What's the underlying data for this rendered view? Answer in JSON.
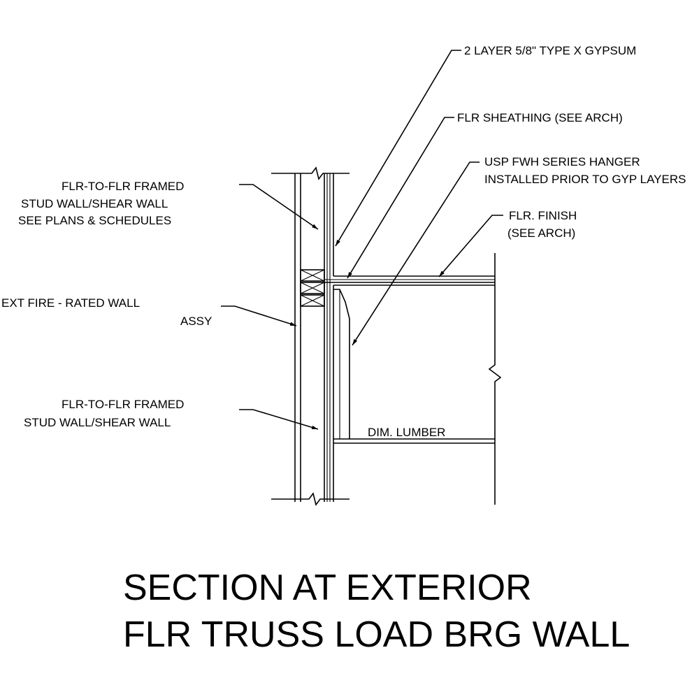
{
  "callouts": {
    "gypsum": "2 LAYER 5/8\" TYPE X GYPSUM",
    "sheathing": "FLR SHEATHING (SEE ARCH)",
    "hanger_line1": "USP FWH SERIES HANGER",
    "hanger_line2": "INSTALLED PRIOR TO GYP LAYERS",
    "finish_line1": "FLR. FINISH",
    "finish_line2": "(SEE ARCH)",
    "upper_wall_line1": "FLR-TO-FLR FRAMED",
    "upper_wall_line2": "STUD WALL/SHEAR WALL",
    "upper_wall_line3": "SEE PLANS & SCHEDULES",
    "ext_wall_line1": "EXT FIRE - RATED WALL",
    "ext_wall_line2": "ASSY",
    "lower_wall_line1": "FLR-TO-FLR FRAMED",
    "lower_wall_line2": "STUD WALL/SHEAR WALL",
    "dim_lumber": "DIM. LUMBER"
  },
  "title": {
    "line1": "SECTION AT EXTERIOR",
    "line2": "FLR TRUSS LOAD BRG WALL"
  }
}
